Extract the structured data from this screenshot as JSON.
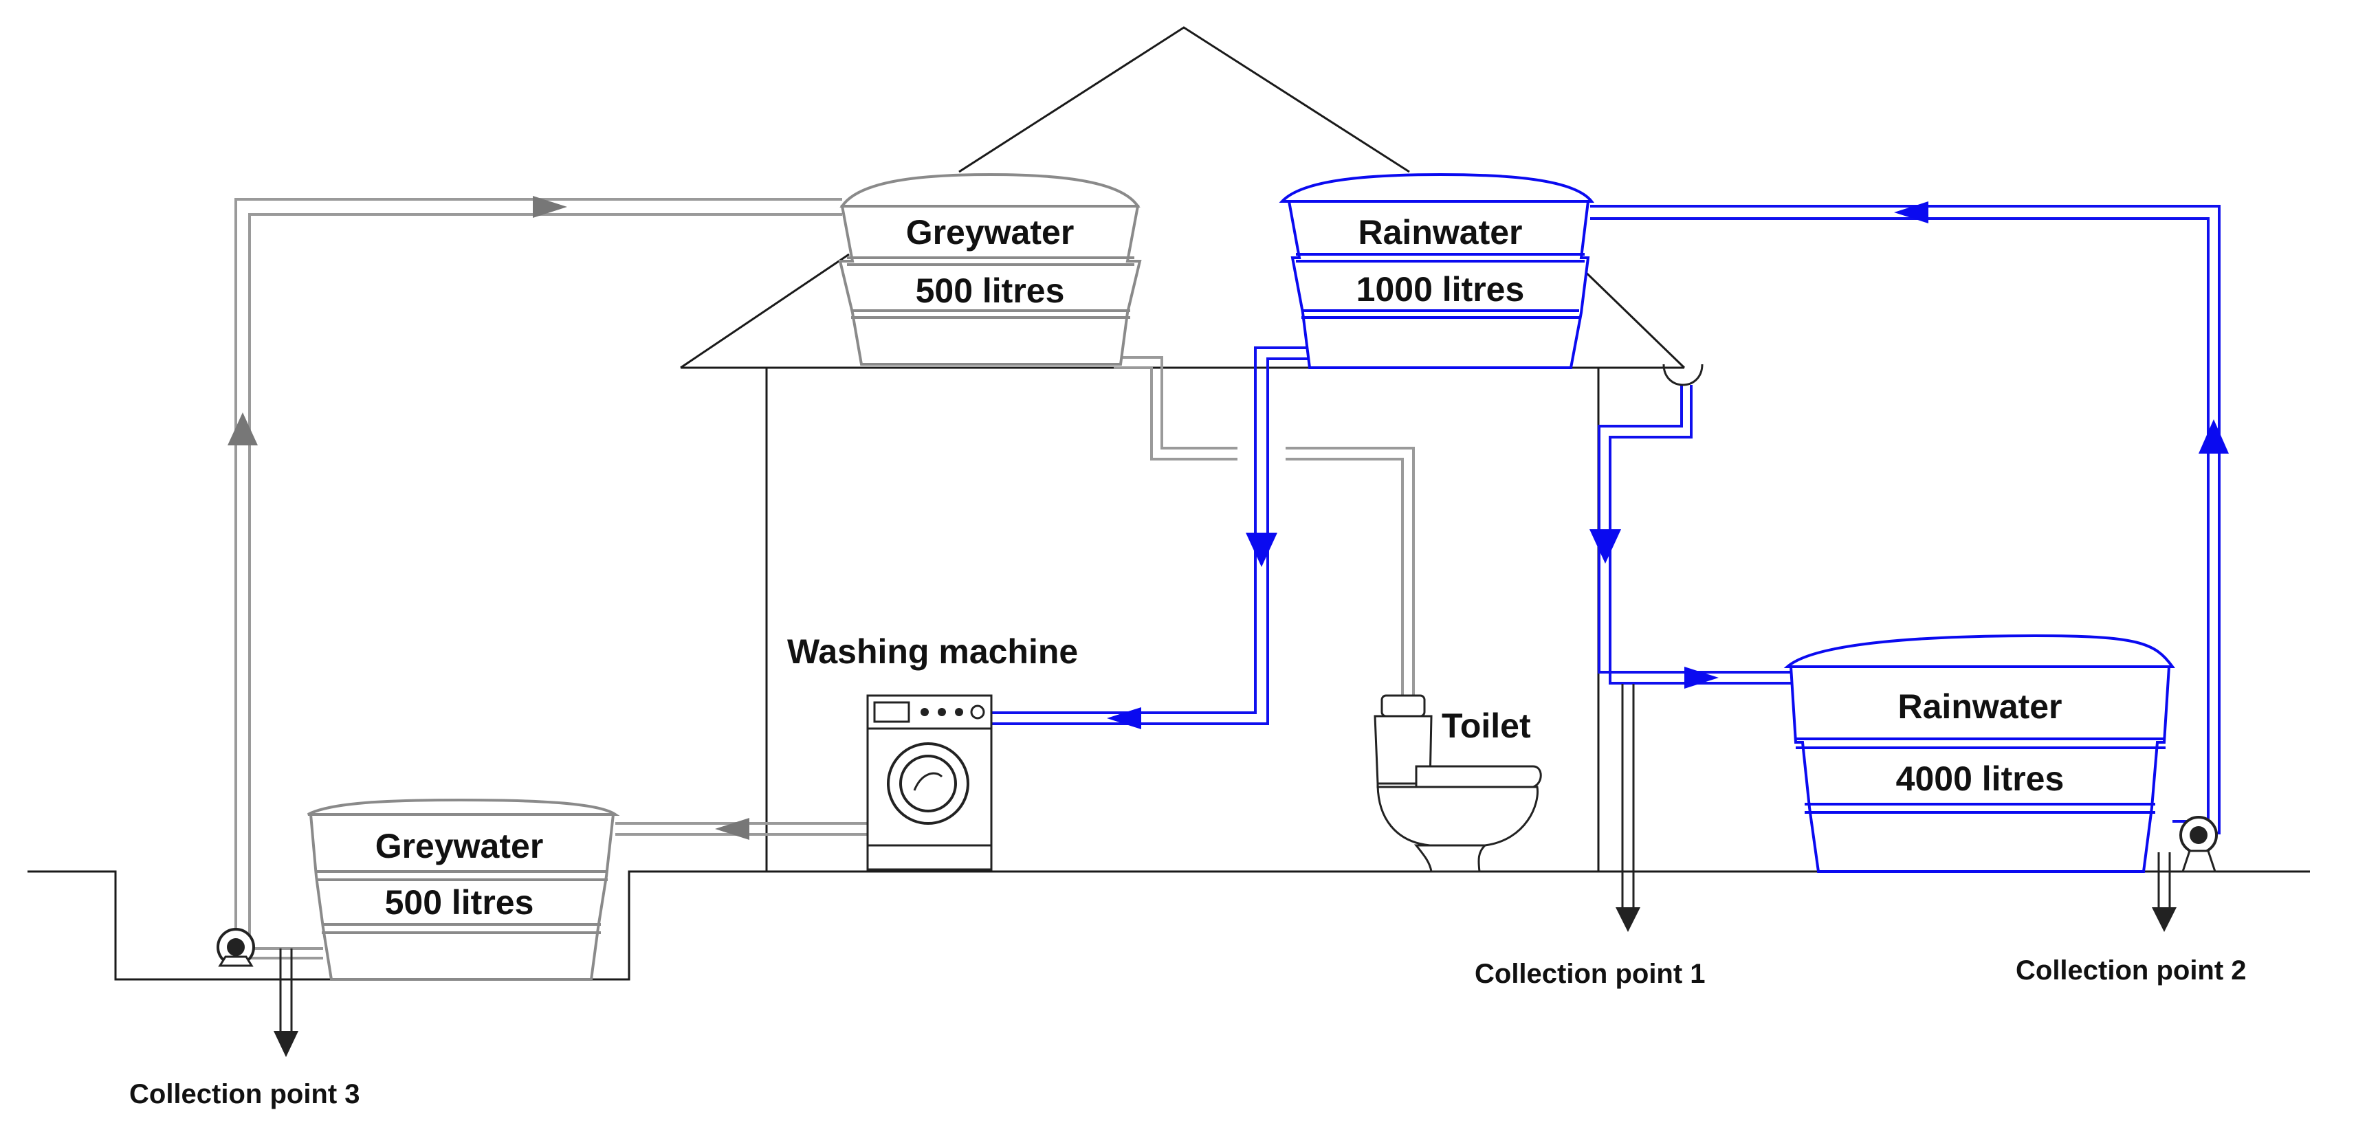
{
  "colors": {
    "greywater": "#8a8a8a",
    "rainwater": "#0a0af0",
    "structure": "#1a1a1a"
  },
  "tanks": {
    "grey_roof": {
      "name": "Greywater",
      "capacity": "500 litres"
    },
    "rain_roof": {
      "name": "Rainwater",
      "capacity": "1000 litres"
    },
    "rain_ground": {
      "name": "Rainwater",
      "capacity": "4000 litres"
    },
    "grey_ground": {
      "name": "Greywater",
      "capacity": "500 litres"
    }
  },
  "appliances": {
    "washing_machine": "Washing machine",
    "toilet": "Toilet"
  },
  "collection_points": {
    "cp1": "Collection point 1",
    "cp2": "Collection point 2",
    "cp3": "Collection point 3"
  },
  "icons": [
    "pump-icon",
    "arrow-icon",
    "washing-machine-icon",
    "toilet-icon",
    "downpipe-icon"
  ]
}
